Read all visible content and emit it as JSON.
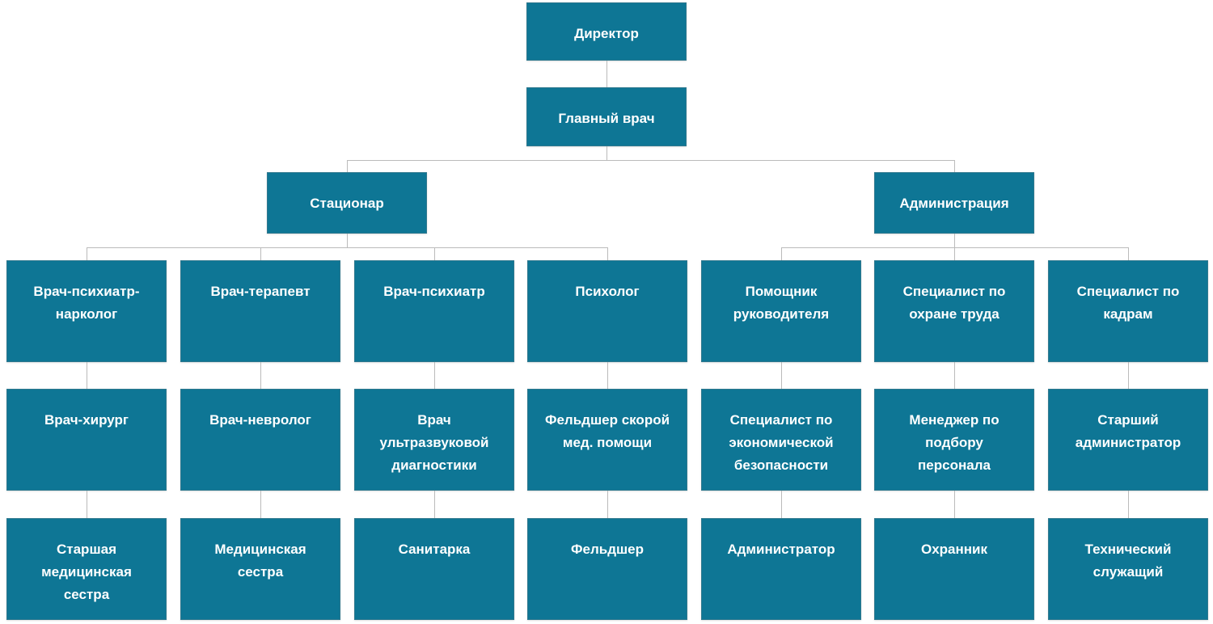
{
  "org": {
    "director": {
      "label": "Директор"
    },
    "chief_doctor": {
      "label": "Главный врач"
    },
    "branches": [
      {
        "label": "Стационар",
        "columns": [
          {
            "level1": "Врач-психиатр-нарколог",
            "level2": "Врач-хирург",
            "level3": "Старшая медицинская сестра"
          },
          {
            "level1": "Врач-терапевт",
            "level2": "Врач-невролог",
            "level3": "Медицинская сестра"
          },
          {
            "level1": "Врач-психиатр",
            "level2": "Врач ультразвуковой диагностики",
            "level3": "Санитарка"
          },
          {
            "level1": "Психолог",
            "level2": "Фельдшер скорой мед. помощи",
            "level3": "Фельдшер"
          }
        ]
      },
      {
        "label": "Администрация",
        "columns": [
          {
            "level1": "Помощник руководителя",
            "level2": "Специалист по экономической безопасности",
            "level3": "Администратор"
          },
          {
            "level1": "Специалист по охране труда",
            "level2": "Менеджер по подбору персонала",
            "level3": "Охранник"
          },
          {
            "level1": "Специалист по кадрам",
            "level2": "Старший администратор",
            "level3": "Технический служащий"
          }
        ]
      }
    ]
  },
  "colors": {
    "node_fill": "#0e7695",
    "node_text": "#ffffff",
    "connector_line": "#bbbbbb",
    "background": "#ffffff"
  }
}
